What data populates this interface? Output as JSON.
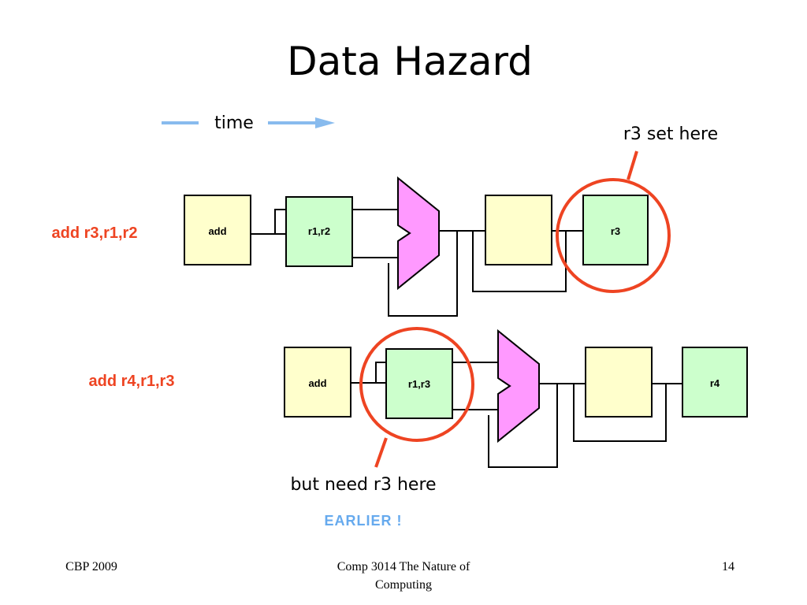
{
  "title": "Data Hazard",
  "time_label": "time",
  "callouts": {
    "set_here": "r3 set here",
    "need_here": "but need r3 here",
    "earlier": "EARLIER !"
  },
  "pipelines": [
    {
      "instruction": "add r3,r1,r2",
      "fetch_label": "add",
      "decode_label": "r1,r2",
      "writeback_label": "r3"
    },
    {
      "instruction": "add r4,r1,r3",
      "fetch_label": "add",
      "decode_label": "r1,r3",
      "writeback_label": "r4"
    }
  ],
  "footer": {
    "left": "CBP 2009",
    "center_line1": "Comp 3014 The Nature of",
    "center_line2": "Computing",
    "page_number": "14"
  },
  "colors": {
    "fetch_fill": "#ffffcc",
    "register_fill": "#ccffcc",
    "alu_fill": "#ff99ff",
    "highlight": "#ee4422",
    "time_arrow": "#88bbee",
    "earlier_text": "#66aaee"
  }
}
